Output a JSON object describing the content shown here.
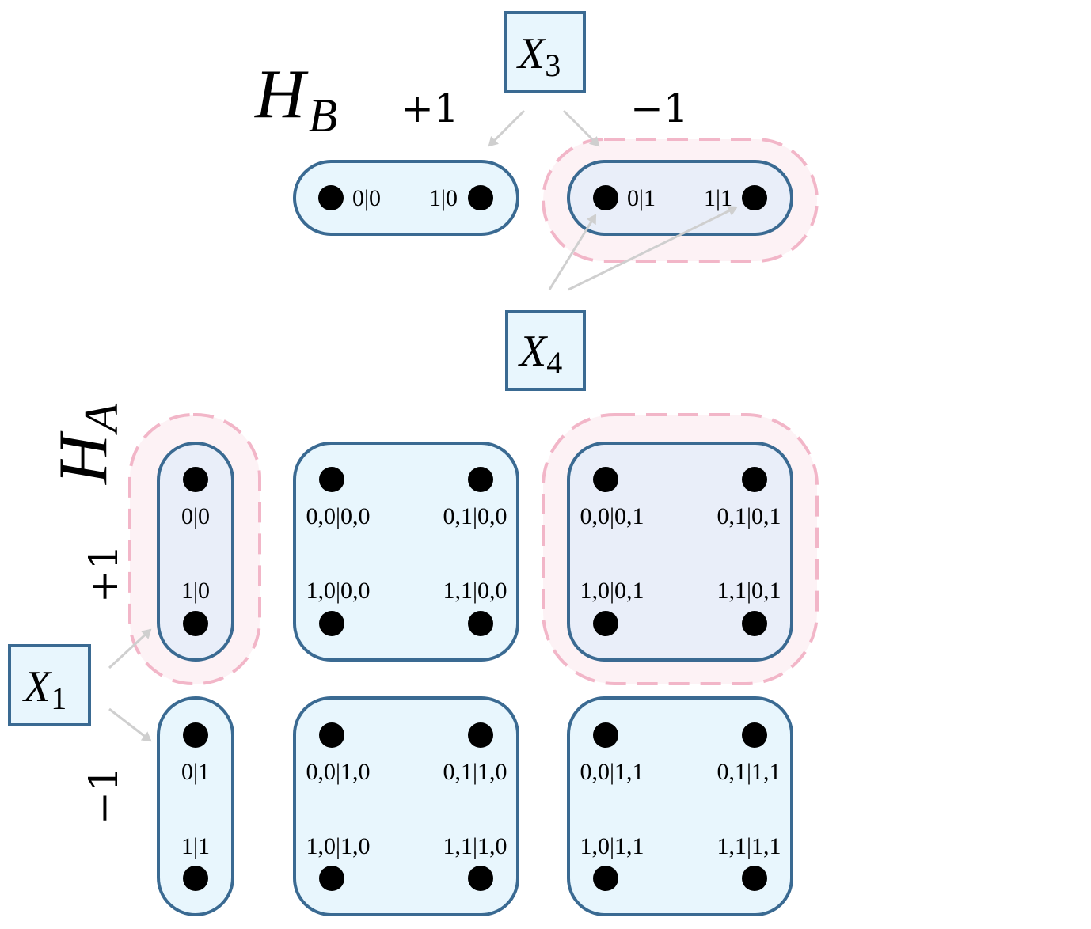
{
  "hamiltonians": {
    "hb": {
      "main": "H",
      "sub": "B"
    },
    "ha": {
      "main": "H",
      "sub": "A"
    }
  },
  "signs": {
    "b_plus": "+1",
    "b_minus": "−1",
    "a_plus": "+1",
    "a_minus": "−1"
  },
  "operators": {
    "x3": {
      "main": "X",
      "sub": "3"
    },
    "x4": {
      "main": "X",
      "sub": "4"
    },
    "x1": {
      "main": "X",
      "sub": "1"
    }
  },
  "top_groups": [
    {
      "left": "0|0",
      "right": "1|0"
    },
    {
      "left": "0|1",
      "right": "1|1"
    }
  ],
  "grid": {
    "col0": {
      "top": {
        "upper": "0|0",
        "lower": "1|0"
      },
      "bottom": {
        "upper": "0|1",
        "lower": "1|1"
      }
    },
    "blocks": [
      [
        "0,0|0,0",
        "0,1|0,0",
        "1,0|0,0",
        "1,1|0,0"
      ],
      [
        "0,0|0,1",
        "0,1|0,1",
        "1,0|0,1",
        "1,1|0,1"
      ],
      [
        "0,0|1,0",
        "0,1|1,0",
        "1,0|1,0",
        "1,1|1,0"
      ],
      [
        "0,0|1,1",
        "0,1|1,1",
        "1,0|1,1",
        "1,1|1,1"
      ]
    ]
  }
}
